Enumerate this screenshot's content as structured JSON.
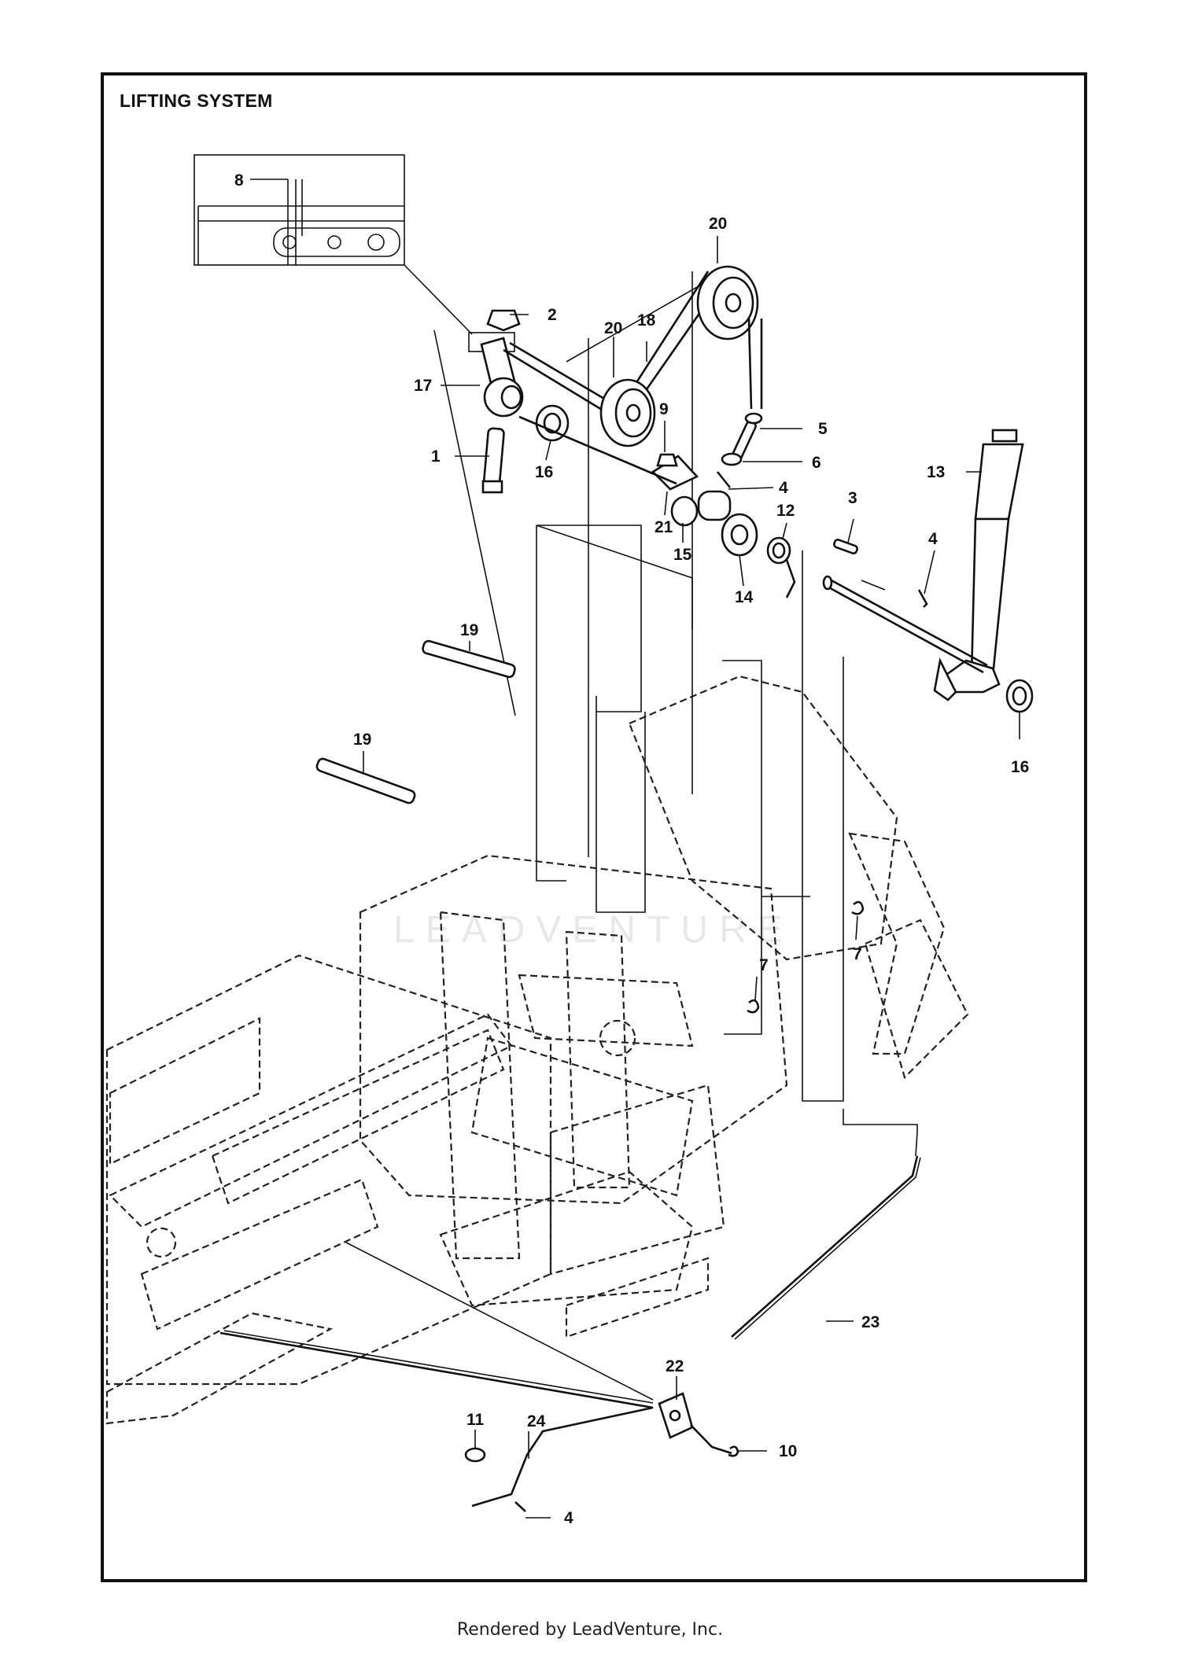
{
  "diagram": {
    "title": "LIFTING SYSTEM",
    "watermark": "LEADVENTURE",
    "footer": "Rendered by LeadVenture, Inc.",
    "callouts": [
      {
        "id": "c8",
        "label": "8"
      },
      {
        "id": "c2",
        "label": "2"
      },
      {
        "id": "c20a",
        "label": "20"
      },
      {
        "id": "c20b",
        "label": "20"
      },
      {
        "id": "c18",
        "label": "18"
      },
      {
        "id": "c17",
        "label": "17"
      },
      {
        "id": "c9",
        "label": "9"
      },
      {
        "id": "c5",
        "label": "5"
      },
      {
        "id": "c6",
        "label": "6"
      },
      {
        "id": "c4a",
        "label": "4"
      },
      {
        "id": "c1",
        "label": "1"
      },
      {
        "id": "c16a",
        "label": "16"
      },
      {
        "id": "c21",
        "label": "21"
      },
      {
        "id": "c15",
        "label": "15"
      },
      {
        "id": "c14",
        "label": "14"
      },
      {
        "id": "c12",
        "label": "12"
      },
      {
        "id": "c3",
        "label": "3"
      },
      {
        "id": "c4b",
        "label": "4"
      },
      {
        "id": "c13",
        "label": "13"
      },
      {
        "id": "c19a",
        "label": "19"
      },
      {
        "id": "c19b",
        "label": "19"
      },
      {
        "id": "c16b",
        "label": "16"
      },
      {
        "id": "c7a",
        "label": "7"
      },
      {
        "id": "c7b",
        "label": "7"
      },
      {
        "id": "c23",
        "label": "23"
      },
      {
        "id": "c22",
        "label": "22"
      },
      {
        "id": "c11",
        "label": "11"
      },
      {
        "id": "c24",
        "label": "24"
      },
      {
        "id": "c10",
        "label": "10"
      },
      {
        "id": "c4c",
        "label": "4"
      }
    ]
  }
}
